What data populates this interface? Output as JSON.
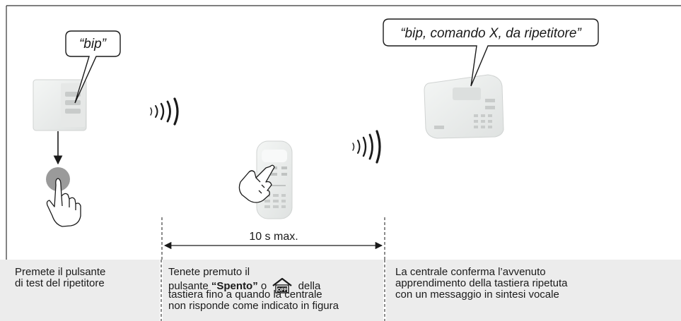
{
  "bubbles": {
    "repeater": "“bip”",
    "central": "“bip, comando X, da ripetitore”"
  },
  "dimension": {
    "label": "10 s max."
  },
  "captions": {
    "step1": {
      "line1": "Premete il pulsante",
      "line2": "di test del ripetitore"
    },
    "step2": {
      "line1": "Tenete premuto il",
      "line2_pre": "pulsante ",
      "line2_bold": "“Spento”",
      "line2_mid": " o ",
      "line2_post": " della",
      "line3": "tastiera fino a quando la centrale",
      "line4": "non risponde come indicato in figura"
    },
    "step3": {
      "line1": "La centrale conferma l’avvenuto",
      "line2": "apprendimento della tastiera ripetuta",
      "line3": "con un messaggio in sintesi vocale"
    }
  },
  "icons": {
    "off_key": "OFF"
  },
  "colors": {
    "panel": "#ececec",
    "device": "#eceeed",
    "button": "#9a9a9a",
    "stroke": "#1a1a1a"
  }
}
